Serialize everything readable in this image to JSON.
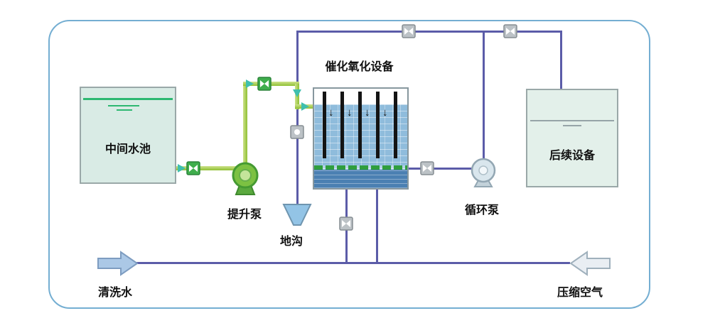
{
  "labels": {
    "intermediate_tank": "中间水池",
    "lift_pump": "提升泵",
    "catalytic_oxidation_unit": "催化氧化设备",
    "floor_drain": "地沟",
    "circulation_pump": "循环泵",
    "downstream_equipment": "后续设备",
    "wash_water": "清洗水",
    "compressed_air": "压缩空气"
  },
  "icons": {
    "down_arrow": "↓"
  },
  "colors": {
    "frame": "#74aed2",
    "pipe_water": "#5b5ca8",
    "pipe_green": "#8fbf33",
    "valve_green": "#3fae4c",
    "valve_gray": "#bcc2c6",
    "tank_fill": "#d9ebe5",
    "reactor_water": "#8fbcdc",
    "wash_arrow_fill": "#abc8e6",
    "air_arrow_fill": "#e9eef3"
  }
}
